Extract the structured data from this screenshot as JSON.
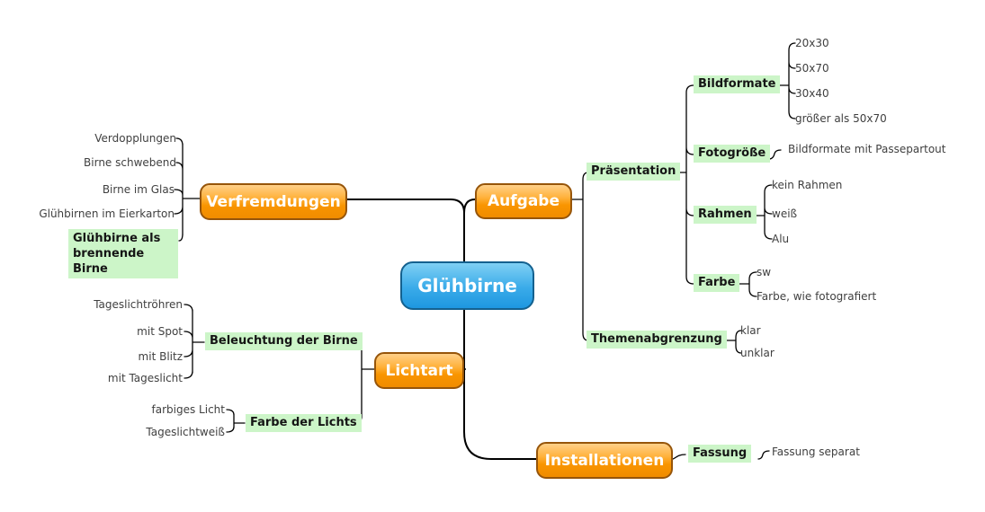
{
  "map": {
    "root": {
      "label": "Glühbirne"
    },
    "colors": {
      "root_box": "#2d9ce2",
      "branch_box": "#f99500",
      "highlight": "#ccf5c8",
      "edge": "#000000",
      "leaf_text": "#404040"
    },
    "branches": [
      {
        "label": "Verfremdungen",
        "children": [
          {
            "label": "Verdopplungen"
          },
          {
            "label": "Birne schwebend"
          },
          {
            "label": "Birne im Glas"
          },
          {
            "label": "Glühbirnen im Eierkarton"
          },
          {
            "label": "Glühbirne als brennende Birne"
          }
        ]
      },
      {
        "label": "Aufgabe",
        "children": [
          {
            "label": "Präsentation",
            "children": [
              {
                "label": "Bildformate",
                "children": [
                  {
                    "label": "20x30"
                  },
                  {
                    "label": "50x70"
                  },
                  {
                    "label": "30x40"
                  },
                  {
                    "label": "größer als 50x70"
                  }
                ]
              },
              {
                "label": "Fotogröße",
                "children": [
                  {
                    "label": "Bildformate mit Passepartout"
                  }
                ]
              },
              {
                "label": "Rahmen",
                "children": [
                  {
                    "label": "kein Rahmen"
                  },
                  {
                    "label": "weiß"
                  },
                  {
                    "label": "Alu"
                  }
                ]
              },
              {
                "label": "Farbe",
                "children": [
                  {
                    "label": "sw"
                  },
                  {
                    "label": "Farbe, wie fotografiert"
                  }
                ]
              }
            ]
          },
          {
            "label": "Themenabgrenzung",
            "children": [
              {
                "label": "klar"
              },
              {
                "label": "unklar"
              }
            ]
          }
        ]
      },
      {
        "label": "Lichtart",
        "children": [
          {
            "label": "Beleuchtung der Birne",
            "children": [
              {
                "label": "Tageslichtröhren"
              },
              {
                "label": "mit Spot"
              },
              {
                "label": "mit Blitz"
              },
              {
                "label": "mit Tageslicht"
              }
            ]
          },
          {
            "label": "Farbe der Lichts",
            "children": [
              {
                "label": "farbiges Licht"
              },
              {
                "label": "Tageslichtweiß"
              }
            ]
          }
        ]
      },
      {
        "label": "Installationen",
        "children": [
          {
            "label": "Fassung",
            "children": [
              {
                "label": "Fassung separat"
              }
            ]
          }
        ]
      }
    ]
  }
}
